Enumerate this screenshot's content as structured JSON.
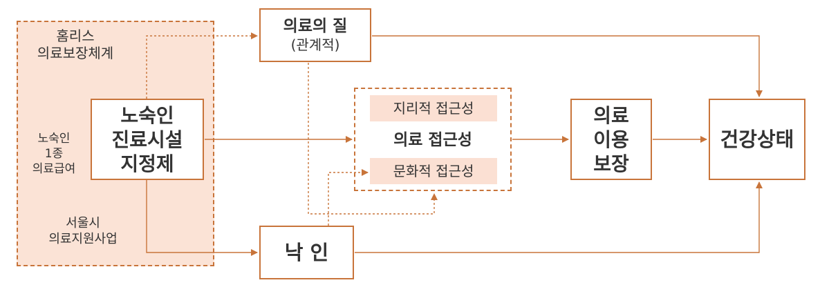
{
  "colors": {
    "accent": "#c8743a",
    "fill": "#fbe3d6"
  },
  "policy_group": {
    "title_line1": "홈리스",
    "title_line2": "의료보장체계",
    "side_line1": "노숙인",
    "side_line2": "1종",
    "side_line3": "의료급여",
    "bottom_line1": "서울시",
    "bottom_line2": "의료지원사업"
  },
  "designation": {
    "line1": "노숙인",
    "line2": "진료시설",
    "line3": "지정제"
  },
  "quality": {
    "title": "의료의 질",
    "subtitle": "(관계적)"
  },
  "access": {
    "geographic": "지리적 접근성",
    "main": "의료 접근성",
    "cultural": "문화적 접근성"
  },
  "stigma": {
    "label": "낙 인"
  },
  "utilization": {
    "line1": "의료",
    "line2": "이용",
    "line3": "보장"
  },
  "health": {
    "label": "건강상태"
  }
}
